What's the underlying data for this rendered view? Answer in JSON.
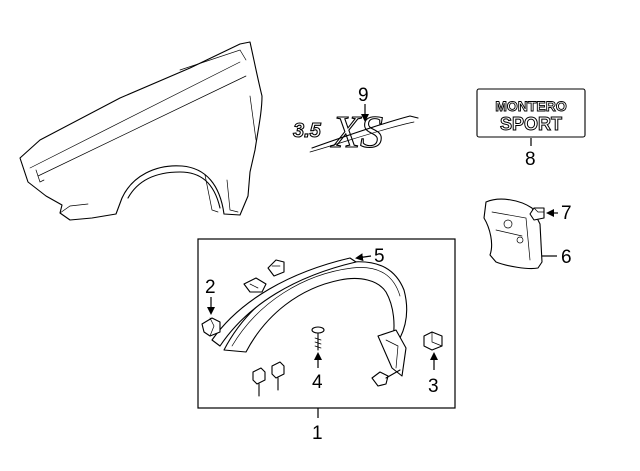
{
  "callouts": {
    "1": "1",
    "2": "2",
    "3": "3",
    "4": "4",
    "5": "5",
    "6": "6",
    "7": "7",
    "8": "8",
    "9": "9"
  },
  "emblems": {
    "model_top": "MONTERO",
    "model_bottom": "SPORT",
    "engine": "3.5",
    "trim": "XS"
  },
  "colors": {
    "line": "#000000",
    "background": "#ffffff"
  }
}
